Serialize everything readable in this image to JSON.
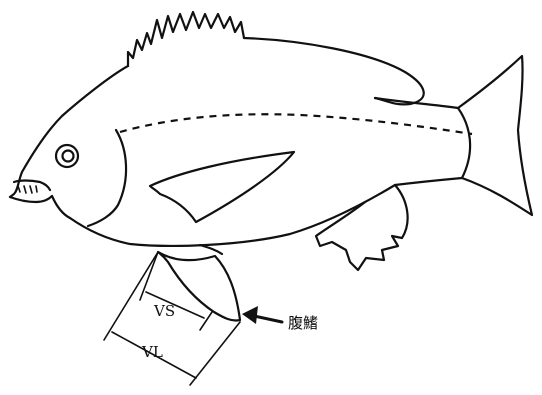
{
  "labels": {
    "vs": "VS",
    "vl": "VL",
    "pelvic_fin": "腹鰭"
  },
  "colors": {
    "ink": "#111111",
    "background": "#ffffff"
  }
}
